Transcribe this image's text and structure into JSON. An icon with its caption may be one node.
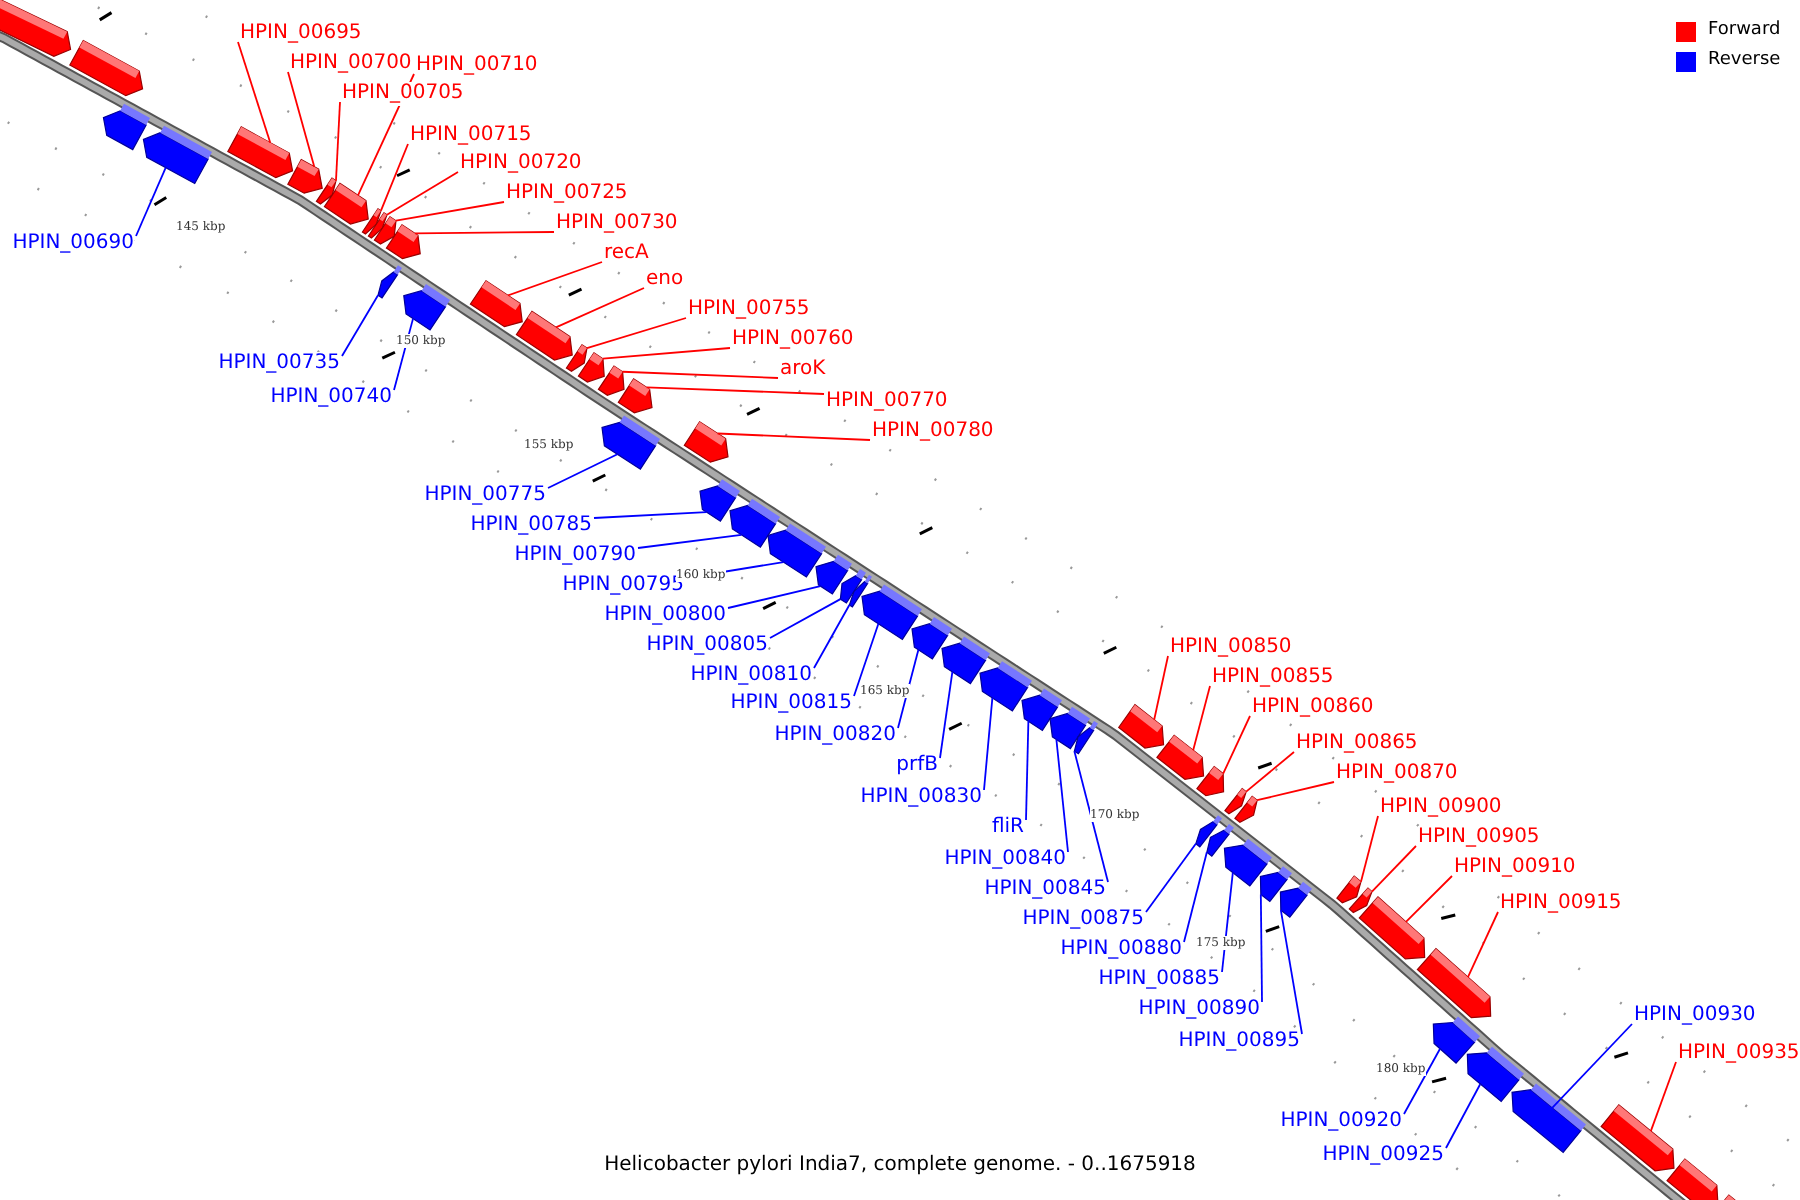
{
  "diagram": {
    "caption": "Helicobacter pylori India7, complete genome. - 0..1675918",
    "nodes": [
      {
        "text": [
          "HPIN_00695"
        ]
      },
      {
        "text": [
          "HPIN_00700"
        ]
      },
      {
        "text": [
          "HPIN_00710"
        ]
      },
      {
        "text": [
          "HPIN_00705"
        ]
      },
      {
        "text": [
          "HPIN_00715"
        ]
      },
      {
        "text": [
          "HPIN_00720"
        ]
      },
      {
        "text": [
          "HPIN_00725"
        ]
      },
      {
        "text": [
          "HPIN_00730"
        ]
      },
      {
        "text": [
          "recA"
        ]
      },
      {
        "text": [
          "eno"
        ]
      },
      {
        "text": [
          "HPIN_00755"
        ]
      },
      {
        "text": [
          "HPIN_00760"
        ]
      },
      {
        "text": [
          "aroK"
        ]
      },
      {
        "text": [
          "HPIN_00770"
        ]
      },
      {
        "text": [
          "HPIN_00780"
        ]
      },
      {
        "text": [
          "HPIN_00690"
        ]
      },
      {
        "text": [
          "HPIN_00735"
        ]
      },
      {
        "text": [
          "HPIN_00740"
        ]
      },
      {
        "text": [
          "HPIN_00775"
        ]
      },
      {
        "text": [
          "HPIN_00785"
        ]
      },
      {
        "text": [
          "HPIN_00790"
        ]
      },
      {
        "text": [
          "HPIN_00795"
        ]
      },
      {
        "text": [
          "HPIN_00800"
        ]
      },
      {
        "text": [
          "HPIN_00805"
        ]
      },
      {
        "text": [
          "HPIN_00810"
        ]
      },
      {
        "text": [
          "HPIN_00815"
        ]
      },
      {
        "text": [
          "HPIN_00820"
        ]
      },
      {
        "text": [
          "prfB"
        ]
      },
      {
        "text": [
          "HPIN_00830"
        ]
      },
      {
        "text": [
          "fliR"
        ]
      },
      {
        "text": [
          "HPIN_00840"
        ]
      },
      {
        "text": [
          "HPIN_00845"
        ]
      },
      {
        "text": [
          "HPIN_00850"
        ]
      },
      {
        "text": [
          "HPIN_00855"
        ]
      },
      {
        "text": [
          "HPIN_00860"
        ]
      },
      {
        "text": [
          "HPIN_00865"
        ]
      },
      {
        "text": [
          "HPIN_00870"
        ]
      },
      {
        "text": [
          "HPIN_00875"
        ]
      },
      {
        "text": [
          "HPIN_00880"
        ]
      },
      {
        "text": [
          "HPIN_00885"
        ]
      },
      {
        "text": [
          "HPIN_00890"
        ]
      },
      {
        "text": [
          "HPIN_00895"
        ]
      },
      {
        "text": [
          "HPIN_00900"
        ]
      },
      {
        "text": [
          "HPIN_00905"
        ]
      },
      {
        "text": [
          "HPIN_00910"
        ]
      },
      {
        "text": [
          "HPIN_00915"
        ]
      },
      {
        "text": [
          "HPIN_00930"
        ]
      },
      {
        "text": [
          "HPIN_00935"
        ]
      },
      {
        "text": [
          "HPIN_00920"
        ]
      },
      {
        "text": [
          "HPIN_00925"
        ]
      },
      {
        "text": [],
        "shape": "bar"
      },
      {
        "text": [],
        "shape": "bar"
      },
      {
        "text": [],
        "shape": "bar"
      },
      {
        "text": [],
        "shape": "bar"
      },
      {
        "text": [],
        "shape": "bar"
      },
      {
        "text": [],
        "shape": "bar"
      },
      {
        "text": [],
        "shape": "bar"
      },
      {
        "text": [],
        "shape": "bar"
      },
      {
        "text": [],
        "shape": "bar"
      },
      {
        "text": [],
        "shape": "bar"
      },
      {
        "text": [],
        "shape": "bar"
      },
      {
        "text": [],
        "shape": "bar"
      },
      {
        "text": [],
        "shape": "bar"
      },
      {
        "text": [],
        "shape": "bar"
      },
      {
        "text": [],
        "shape": "bar"
      },
      {
        "text": [],
        "shape": "bar"
      },
      {
        "text": [],
        "shape": "bar"
      },
      {
        "text": [],
        "shape": "bar"
      },
      {
        "text": [],
        "shape": "bar"
      },
      {
        "text": [],
        "shape": "bar"
      },
      {
        "text": [],
        "shape": "bar"
      },
      {
        "text": [],
        "shape": "bar"
      },
      {
        "text": [],
        "shape": "bar"
      },
      {
        "text": [],
        "shape": "bar"
      },
      {
        "text": [],
        "shape": "bar"
      },
      {
        "text": [],
        "shape": "bar"
      },
      {
        "text": [],
        "shape": "bar"
      },
      {
        "text": [],
        "shape": "bar"
      },
      {
        "text": [],
        "shape": "bar"
      },
      {
        "text": [],
        "shape": "bar"
      },
      {
        "text": [],
        "shape": "bar"
      },
      {
        "text": [],
        "shape": "bar"
      },
      {
        "text": [],
        "shape": "bar"
      },
      {
        "text": [],
        "shape": "bar"
      },
      {
        "text": [],
        "shape": "bar"
      },
      {
        "text": [],
        "shape": "bar"
      },
      {
        "text": [],
        "shape": "bar"
      },
      {
        "text": [],
        "shape": "bar"
      },
      {
        "text": [],
        "shape": "bar"
      },
      {
        "text": [],
        "shape": "bar"
      },
      {
        "text": [],
        "shape": "bar"
      },
      {
        "text": [],
        "shape": "bar"
      },
      {
        "text": [],
        "shape": "bar"
      },
      {
        "text": [],
        "shape": "bar"
      },
      {
        "text": [],
        "shape": "bar"
      },
      {
        "text": [],
        "shape": "bar"
      },
      {
        "text": [],
        "shape": "bar"
      },
      {
        "text": [],
        "shape": "bar"
      },
      {
        "text": [],
        "shape": "bar"
      },
      {
        "text": [],
        "shape": "bar"
      },
      {
        "text": [],
        "shape": "bar"
      },
      {
        "text": [],
        "shape": "bar"
      },
      {
        "text": [],
        "shape": "bar"
      },
      {
        "text": [],
        "shape": "bar"
      },
      {
        "text": [],
        "shape": "bar"
      }
    ],
    "edges": [
      {
        "from": 0,
        "to": 54,
        "arrow": "none",
        "color": "#ff0000"
      },
      {
        "from": 1,
        "to": 55,
        "arrow": "none",
        "color": "#ff0000"
      },
      {
        "from": 2,
        "to": 57,
        "arrow": "none",
        "color": "#ff0000"
      },
      {
        "from": 3,
        "to": 56,
        "arrow": "none",
        "color": "#ff0000"
      },
      {
        "from": 4,
        "to": 58,
        "arrow": "none",
        "color": "#ff0000"
      },
      {
        "from": 5,
        "to": 59,
        "arrow": "none",
        "color": "#ff0000"
      },
      {
        "from": 6,
        "to": 60,
        "arrow": "none",
        "color": "#ff0000"
      },
      {
        "from": 7,
        "to": 61,
        "arrow": "none",
        "color": "#ff0000"
      },
      {
        "from": 8,
        "to": 64,
        "arrow": "none",
        "color": "#ff0000"
      },
      {
        "from": 9,
        "to": 65,
        "arrow": "none",
        "color": "#ff0000"
      },
      {
        "from": 10,
        "to": 66,
        "arrow": "none",
        "color": "#ff0000"
      },
      {
        "from": 11,
        "to": 67,
        "arrow": "none",
        "color": "#ff0000"
      },
      {
        "from": 12,
        "to": 68,
        "arrow": "none",
        "color": "#ff0000"
      },
      {
        "from": 13,
        "to": 69,
        "arrow": "none",
        "color": "#ff0000"
      },
      {
        "from": 14,
        "to": 71,
        "arrow": "none",
        "color": "#ff0000"
      },
      {
        "from": 15,
        "to": 53,
        "arrow": "none",
        "color": "#0000ff"
      },
      {
        "from": 16,
        "to": 62,
        "arrow": "none",
        "color": "#0000ff"
      },
      {
        "from": 17,
        "to": 63,
        "arrow": "none",
        "color": "#0000ff"
      },
      {
        "from": 18,
        "to": 70,
        "arrow": "none",
        "color": "#0000ff"
      },
      {
        "from": 19,
        "to": 72,
        "arrow": "none",
        "color": "#0000ff"
      },
      {
        "from": 20,
        "to": 73,
        "arrow": "none",
        "color": "#0000ff"
      },
      {
        "from": 21,
        "to": 74,
        "arrow": "none",
        "color": "#0000ff"
      },
      {
        "from": 22,
        "to": 75,
        "arrow": "none",
        "color": "#0000ff"
      },
      {
        "from": 23,
        "to": 76,
        "arrow": "none",
        "color": "#0000ff"
      },
      {
        "from": 24,
        "to": 77,
        "arrow": "none",
        "color": "#0000ff"
      },
      {
        "from": 25,
        "to": 78,
        "arrow": "none",
        "color": "#0000ff"
      },
      {
        "from": 26,
        "to": 79,
        "arrow": "none",
        "color": "#0000ff"
      },
      {
        "from": 27,
        "to": 80,
        "arrow": "none",
        "color": "#0000ff"
      },
      {
        "from": 28,
        "to": 81,
        "arrow": "none",
        "color": "#0000ff"
      },
      {
        "from": 29,
        "to": 82,
        "arrow": "none",
        "color": "#0000ff"
      },
      {
        "from": 30,
        "to": 83,
        "arrow": "none",
        "color": "#0000ff"
      },
      {
        "from": 31,
        "to": 84,
        "arrow": "none",
        "color": "#0000ff"
      },
      {
        "from": 32,
        "to": 85,
        "arrow": "none",
        "color": "#ff0000"
      },
      {
        "from": 33,
        "to": 86,
        "arrow": "none",
        "color": "#ff0000"
      },
      {
        "from": 34,
        "to": 87,
        "arrow": "none",
        "color": "#ff0000"
      },
      {
        "from": 35,
        "to": 88,
        "arrow": "none",
        "color": "#ff0000"
      },
      {
        "from": 36,
        "to": 89,
        "arrow": "none",
        "color": "#ff0000"
      },
      {
        "from": 37,
        "to": 90,
        "arrow": "none",
        "color": "#0000ff"
      },
      {
        "from": 38,
        "to": 91,
        "arrow": "none",
        "color": "#0000ff"
      },
      {
        "from": 39,
        "to": 92,
        "arrow": "none",
        "color": "#0000ff"
      },
      {
        "from": 40,
        "to": 93,
        "arrow": "none",
        "color": "#0000ff"
      },
      {
        "from": 41,
        "to": 94,
        "arrow": "none",
        "color": "#0000ff"
      },
      {
        "from": 42,
        "to": 95,
        "arrow": "none",
        "color": "#ff0000"
      },
      {
        "from": 43,
        "to": 96,
        "arrow": "none",
        "color": "#ff0000"
      },
      {
        "from": 44,
        "to": 97,
        "arrow": "none",
        "color": "#ff0000"
      },
      {
        "from": 45,
        "to": 98,
        "arrow": "none",
        "color": "#ff0000"
      },
      {
        "from": 46,
        "to": 101,
        "arrow": "none",
        "color": "#0000ff"
      },
      {
        "from": 47,
        "to": 102,
        "arrow": "none",
        "color": "#ff0000"
      },
      {
        "from": 48,
        "to": 99,
        "arrow": "none",
        "color": "#0000ff"
      },
      {
        "from": 49,
        "to": 100,
        "arrow": "none",
        "color": "#0000ff"
      }
    ],
    "labels": [
      "145 kbp",
      "150 kbp",
      "155 kbp",
      "160 kbp",
      "165 kbp",
      "170 kbp",
      "175 kbp",
      "180 kbp"
    ],
    "legend": [
      {
        "text": "Forward",
        "color": "#ff0000"
      },
      {
        "text": "Reverse",
        "color": "#0000ff"
      }
    ]
  }
}
